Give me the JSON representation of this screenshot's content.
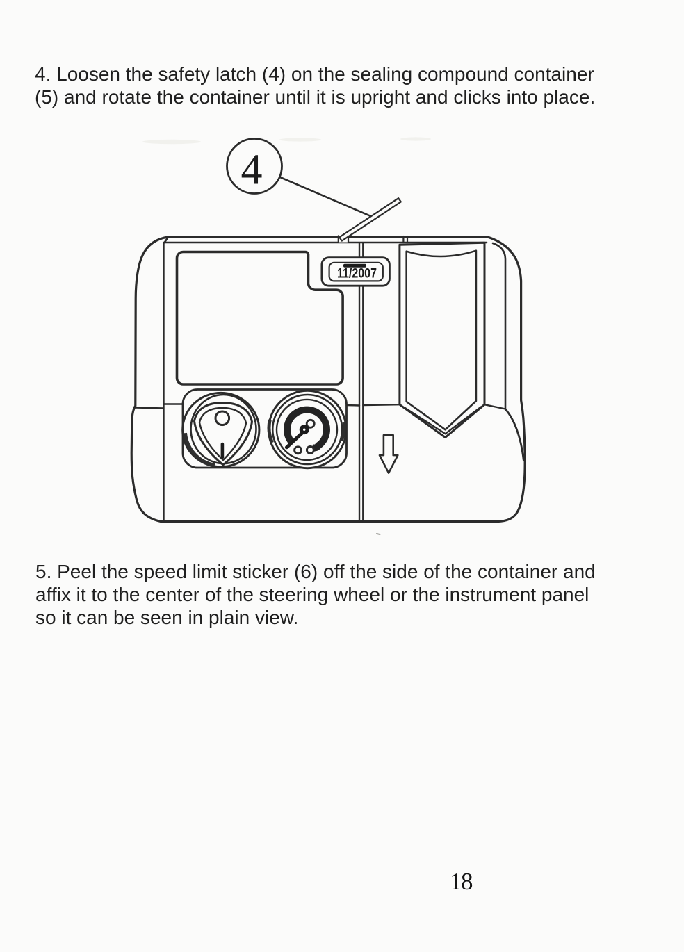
{
  "page": {
    "number": "18",
    "background_color": "#fbfbfa",
    "ink_color": "#242424"
  },
  "step4": {
    "lines": [
      "4. Loosen the safety latch (4) on the sealing compound container",
      "(5) and rotate the container until it is upright and clicks into place."
    ]
  },
  "step5": {
    "lines": [
      "5. Peel the speed limit sticker (6) off the side of the container and",
      "affix it to the center of the steering wheel or the instrument panel",
      "so it can be seen in plain view."
    ]
  },
  "figure": {
    "callout_number": "4",
    "date_label": "11/2007"
  }
}
